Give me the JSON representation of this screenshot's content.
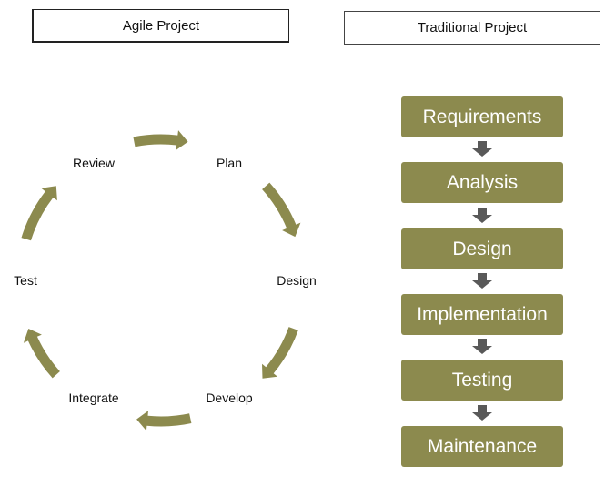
{
  "agile": {
    "title": "Agile Project",
    "stages": [
      "Plan",
      "Design",
      "Develop",
      "Integrate",
      "Test",
      "Review"
    ]
  },
  "traditional": {
    "title": "Traditional Project",
    "steps": [
      "Requirements",
      "Analysis",
      "Design",
      "Implementation",
      "Testing",
      "Maintenance"
    ]
  },
  "colors": {
    "olive": "#8c8a4e",
    "arrow_gray": "#595959",
    "text": "#111111"
  },
  "icons": {
    "cycle_arrow": "curved-arrow-icon",
    "flow_arrow": "down-arrow-icon"
  }
}
